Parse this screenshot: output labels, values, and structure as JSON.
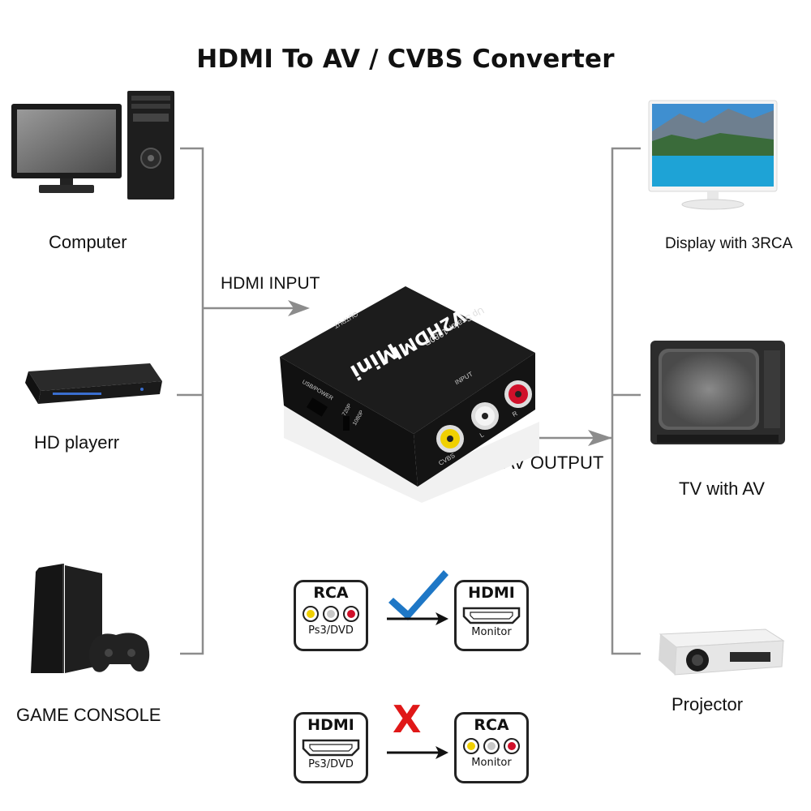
{
  "title": "HDMI To AV / CVBS Converter",
  "sources": [
    {
      "label": "Computer",
      "icon": "computer-tower-icon"
    },
    {
      "label": "HD playerr",
      "icon": "blu-ray-player-icon"
    },
    {
      "label": "GAME CONSOLE",
      "icon": "game-console-icon"
    }
  ],
  "outputs": [
    {
      "label": "Display with 3RCA",
      "icon": "monitor-icon"
    },
    {
      "label": "TV with AV",
      "icon": "crt-tv-icon"
    },
    {
      "label": "Projector",
      "icon": "projector-icon"
    }
  ],
  "arrows": {
    "input": "HDMI INPUT",
    "output": "AV OUTPUT"
  },
  "device": {
    "brand": "Mini",
    "model": "AV2HDMI",
    "subtitle": "Up Scaler 1080P",
    "output_port": "OUTPUT",
    "input_port": "INPUT",
    "usb_label": "USB/POWER",
    "switch_720": "720P",
    "switch_1080": "1080P",
    "jack_cvbs": "CVBS",
    "jack_l": "L",
    "jack_r": "R",
    "jack_colors": {
      "cvbs": "#f0d000",
      "l": "#f4f4f4",
      "r": "#d0102a"
    }
  },
  "compat": {
    "supported": {
      "from_title": "RCA",
      "from_sub": "Ps3/DVD",
      "to_title": "HDMI",
      "to_sub": "Monitor",
      "mark": "check-icon",
      "mark_color": "#1e77c6"
    },
    "unsupported": {
      "from_title": "HDMI",
      "from_sub": "Ps3/DVD",
      "to_title": "RCA",
      "to_sub": "Monitor",
      "mark": "X",
      "mark_color": "#e01818"
    }
  }
}
